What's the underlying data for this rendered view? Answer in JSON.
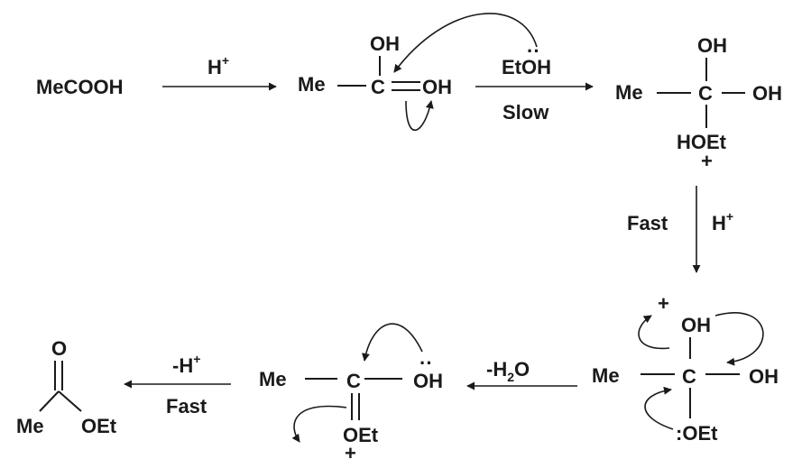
{
  "reactant": "MeCOOH",
  "step1": {
    "reagent": "H",
    "charge": "+"
  },
  "intermediate1": {
    "top": "OH",
    "left": "Me",
    "center": "C",
    "right": "OH"
  },
  "step2": {
    "reagent": "EtOH",
    "lone_pair": "··",
    "condition": "Slow"
  },
  "intermediate2": {
    "top": "OH",
    "left": "Me",
    "center": "C",
    "right": "OH",
    "bottom": "HOEt",
    "charge": "+"
  },
  "step3": {
    "condition": "Fast",
    "reagent": "H",
    "charge": "+"
  },
  "intermediate3": {
    "charge": "+",
    "top": "OH",
    "left": "Me",
    "center": "C",
    "right": "OH",
    "bottom": ":OEt"
  },
  "step4": {
    "reagent": "-H",
    "subscript": "2",
    "tail": "O"
  },
  "intermediate4": {
    "left": "Me",
    "center": "C",
    "right": "OH",
    "lone_pair": "··",
    "bottom": "OEt",
    "charge": "+"
  },
  "step5": {
    "reagent": "-H",
    "charge": "+",
    "condition": "Fast"
  },
  "product": {
    "top": "O",
    "left": "Me",
    "right": "OEt"
  }
}
